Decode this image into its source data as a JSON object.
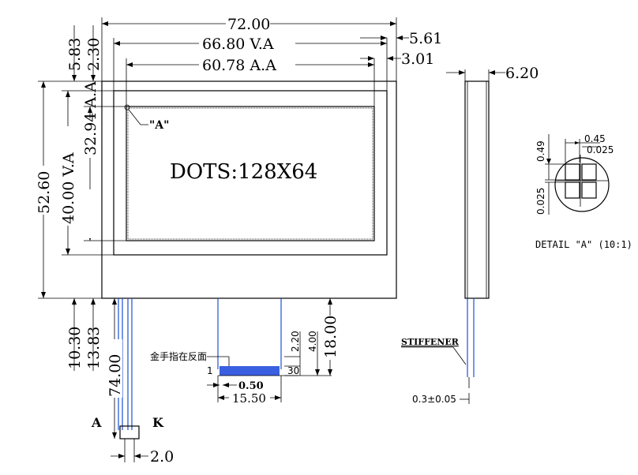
{
  "front_view": {
    "dim_width": "72.00",
    "dim_va_width": "66.80 V.A",
    "dim_aa_width": "60.78 A.A",
    "dim_right_va_offset": "5.61",
    "dim_right_aa_offset": "3.01",
    "dim_left_va_offset": "5.83",
    "dim_left_aa_offset": "2.30",
    "dim_height": "52.60",
    "dim_va_height": "40.00 V.A",
    "dim_aa_height": "32.94 A.A",
    "dots_label": "DOTS:128X64",
    "point_a_label": "\"A\""
  },
  "lower_dims": {
    "dim_1030": "10.30",
    "dim_1383": "13.83",
    "dim_7400": "74.00",
    "dim_1800": "18.00",
    "dim_220": "2.20",
    "dim_400": "4.00",
    "dim_050": "0.50",
    "dim_1550": "15.50",
    "dim_20": "2.0",
    "pin_first": "1",
    "pin_last": "30",
    "gold_finger_note": "金手指在反面",
    "lead_a": "A",
    "lead_k": "K"
  },
  "side_view": {
    "dim_thickness": "6.20",
    "stiffener_label": "STIFFENER",
    "stiffener_thickness": "0.3±0.05"
  },
  "detail_a": {
    "dim_045": "0.45",
    "dim_0025_top": "0.025",
    "dim_049": "0.49",
    "dim_0025_left": "0.025",
    "caption": "DETAIL \"A\" (10:1)"
  }
}
